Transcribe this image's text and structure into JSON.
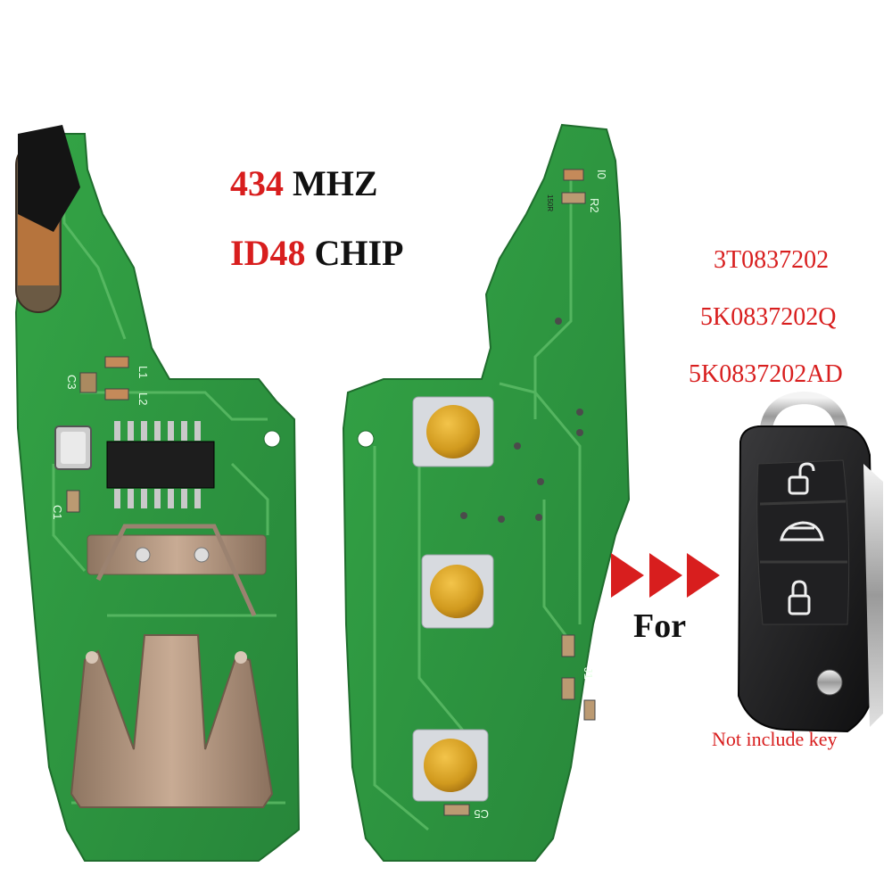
{
  "spec": {
    "frequency_value": "434",
    "frequency_unit": "MHZ",
    "chip_model": "ID48",
    "chip_label": "CHIP"
  },
  "part_numbers": [
    "3T0837202",
    "5K0837202Q",
    "5K0837202AD"
  ],
  "compat_label": "For",
  "note": "Not include key",
  "pcb_labels": {
    "l1": "L1",
    "l2": "L2",
    "c3": "C3",
    "c1": "C1",
    "r2": "R2",
    "i0": "I0",
    "j1": "J1",
    "c5": "C5",
    "r2_value": "150R"
  },
  "colors": {
    "pcb": "#2f9a3e",
    "accent_red": "#d81e1e",
    "button_gold": "#d19a1e",
    "metal": "#a98c77"
  }
}
